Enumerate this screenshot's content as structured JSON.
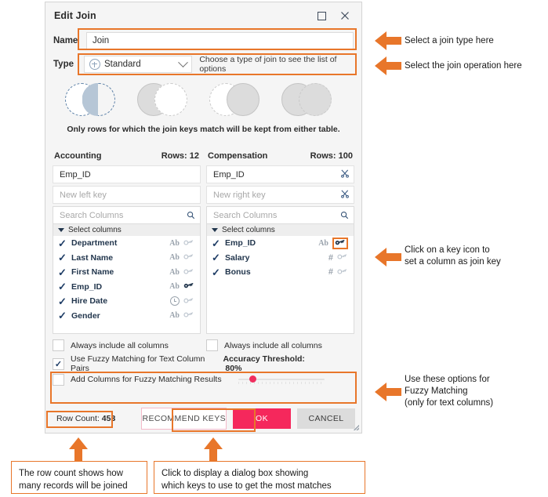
{
  "dialog": {
    "title": "Edit Join",
    "window_controls": {
      "maximize": "maximize-icon",
      "close": "✕"
    },
    "name_row": {
      "label": "Name",
      "value": "Join"
    },
    "type_row": {
      "label": "Type",
      "selected": "Standard",
      "hint": "Choose a type of join to see the list of options"
    },
    "venn": {
      "caption": "Only rows for which the join keys match will be kept from either table.",
      "options": [
        {
          "name": "inner-join",
          "selected": true
        },
        {
          "name": "left-join",
          "selected": false
        },
        {
          "name": "right-join",
          "selected": false
        },
        {
          "name": "full-outer-join",
          "selected": false
        }
      ]
    },
    "left_panel": {
      "table_name": "Accounting",
      "rows_label": "Rows: 12",
      "keys": [
        {
          "value": "Emp_ID",
          "placeholder": false,
          "has_cut": false
        },
        {
          "value": "New left key",
          "placeholder": true,
          "has_cut": false
        }
      ],
      "search_placeholder": "Search Columns",
      "select_columns_label": "Select columns",
      "columns": [
        {
          "name": "Department",
          "type": "Ab",
          "checked": true,
          "is_key": false
        },
        {
          "name": "Last Name",
          "type": "Ab",
          "checked": true,
          "is_key": false
        },
        {
          "name": "First Name",
          "type": "Ab",
          "checked": true,
          "is_key": false
        },
        {
          "name": "Emp_ID",
          "type": "Ab",
          "checked": true,
          "is_key": true
        },
        {
          "name": "Hire Date",
          "type": "date",
          "checked": true,
          "is_key": false
        },
        {
          "name": "Gender",
          "type": "Ab",
          "checked": true,
          "is_key": false
        }
      ],
      "always_include_label": "Always include all columns",
      "always_include_checked": false
    },
    "right_panel": {
      "table_name": "Compensation",
      "rows_label": "Rows: 100",
      "keys": [
        {
          "value": "Emp_ID",
          "placeholder": false,
          "has_cut": true
        },
        {
          "value": "New right key",
          "placeholder": true,
          "has_cut": true
        }
      ],
      "search_placeholder": "Search Columns",
      "select_columns_label": "Select columns",
      "columns": [
        {
          "name": "Emp_ID",
          "type": "Ab",
          "checked": true,
          "is_key": true,
          "highlighted": true
        },
        {
          "name": "Salary",
          "type": "#",
          "checked": true,
          "is_key": false
        },
        {
          "name": "Bonus",
          "type": "#",
          "checked": true,
          "is_key": false
        }
      ],
      "always_include_label": "Always include all columns",
      "always_include_checked": false
    },
    "fuzzy": {
      "use_fuzzy_label": "Use Fuzzy Matching for Text Column Pairs",
      "use_fuzzy_checked": true,
      "add_columns_label": "Add Columns for Fuzzy Matching Results",
      "add_columns_checked": false,
      "threshold_label": "Accuracy Threshold:",
      "threshold_value": "80%"
    },
    "footer": {
      "row_count_prefix": "Row Count:",
      "row_count_value": "453",
      "recommend_label": "RECOMMEND KEYS",
      "ok_label": "OK",
      "cancel_label": "CANCEL"
    }
  },
  "annotations": {
    "right": [
      {
        "name": "anno-join-type",
        "text": "Select a join type here"
      },
      {
        "name": "anno-join-operation",
        "text": "Select the join operation here"
      },
      {
        "name": "anno-key-icon",
        "lines": [
          "Click on a key icon to",
          "set a column as join key"
        ]
      },
      {
        "name": "anno-fuzzy",
        "lines": [
          "Use these options for",
          "Fuzzy Matching",
          "(only for text columns)"
        ]
      }
    ],
    "bottom": [
      {
        "name": "anno-row-count",
        "lines": [
          "The row count shows how",
          "many records will be joined"
        ]
      },
      {
        "name": "anno-recommend-keys",
        "lines": [
          "Click to display a dialog box showing",
          "which keys to use to get the most matches"
        ]
      }
    ]
  },
  "colors": {
    "accent_orange": "#e8762a",
    "ok_pink": "#f5285c",
    "key_active": "#22364d",
    "key_inactive": "#b9c2cc"
  }
}
